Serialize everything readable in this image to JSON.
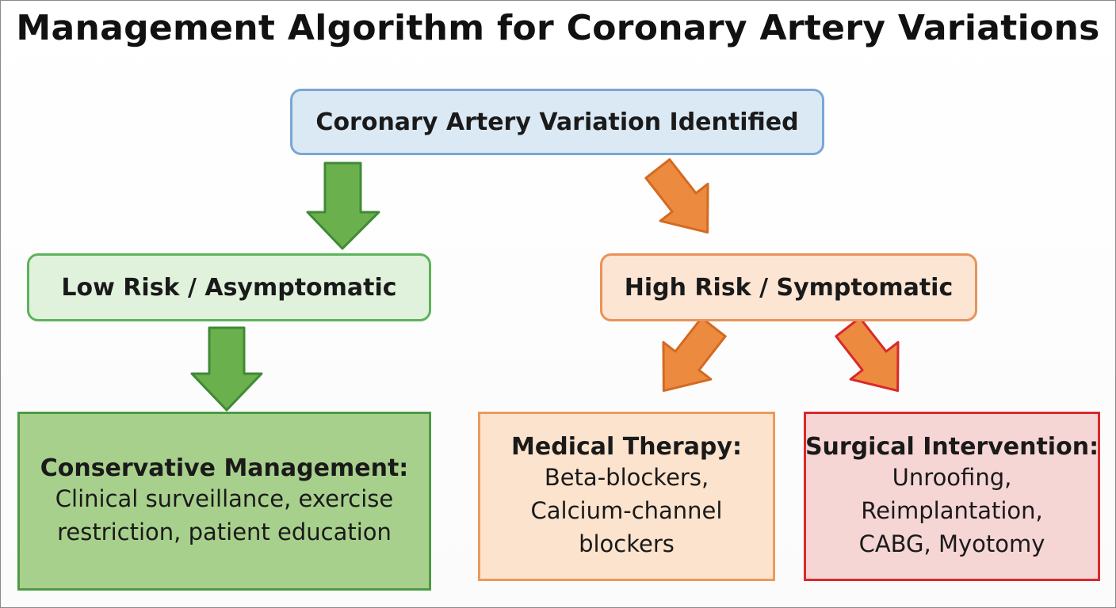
{
  "diagram": {
    "title": "Management Algorithm for Coronary Artery Variations",
    "root": {
      "label": "Coronary Artery Variation Identified"
    },
    "low_risk": {
      "label": "Low Risk / Asymptomatic"
    },
    "high_risk": {
      "label": "High Risk / Symptomatic"
    },
    "conservative": {
      "heading": "Conservative Management:",
      "lines": [
        "Clinical surveillance, exercise",
        "restriction, patient education"
      ]
    },
    "medical": {
      "heading": "Medical Therapy:",
      "lines": [
        "Beta-blockers,",
        "Calcium-channel",
        "blockers"
      ]
    },
    "surgical": {
      "heading": "Surgical Intervention:",
      "lines": [
        "Unroofing,",
        "Reimplantation,",
        "CABG, Myotomy"
      ]
    },
    "colors": {
      "green_arrow": "#6ab04c",
      "green_arrow_stroke": "#3f8a35",
      "orange_arrow": "#ec8a3f",
      "orange_arrow_stroke": "#d46a22",
      "red_stroke": "#d9292b"
    }
  }
}
